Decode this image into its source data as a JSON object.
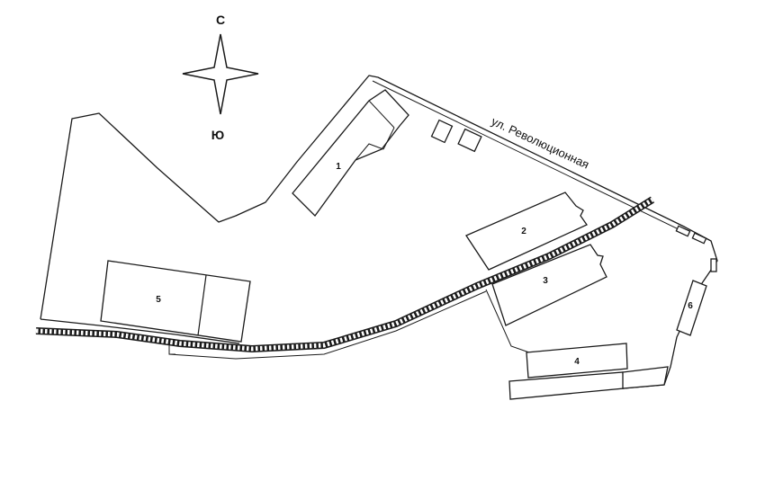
{
  "compass": {
    "north": "С",
    "south": "Ю"
  },
  "street_label": "ул. Революционная",
  "buildings": [
    {
      "id": "building-1",
      "label": "1"
    },
    {
      "id": "building-2",
      "label": "2"
    },
    {
      "id": "building-3",
      "label": "3"
    },
    {
      "id": "building-4",
      "label": "4"
    },
    {
      "id": "building-5",
      "label": "5"
    },
    {
      "id": "building-6",
      "label": "6"
    }
  ]
}
